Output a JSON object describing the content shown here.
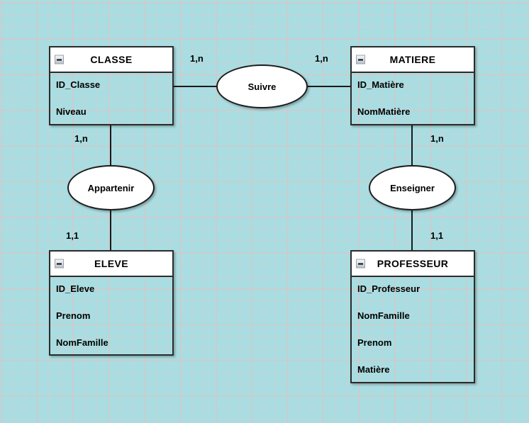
{
  "diagram": {
    "type": "entity-relationship-diagram",
    "background_color": "#a9dde1",
    "grid": "visible",
    "entities": [
      {
        "id": "classe",
        "name": "CLASSE",
        "collapse_icon": "minus-box-icon",
        "attributes": [
          "ID_Classe",
          "Niveau"
        ]
      },
      {
        "id": "matiere",
        "name": "MATIERE",
        "collapse_icon": "minus-box-icon",
        "attributes": [
          "ID_Matière",
          "NomMatière"
        ]
      },
      {
        "id": "eleve",
        "name": "ELEVE",
        "collapse_icon": "minus-box-icon",
        "attributes": [
          "ID_Eleve",
          "Prenom",
          "NomFamille"
        ]
      },
      {
        "id": "professeur",
        "name": "PROFESSEUR",
        "collapse_icon": "minus-box-icon",
        "attributes": [
          "ID_Professeur",
          "NomFamille",
          "Prenom",
          "Matière"
        ]
      }
    ],
    "relationships": [
      {
        "id": "suivre",
        "name": "Suivre"
      },
      {
        "id": "appartenir",
        "name": "Appartenir"
      },
      {
        "id": "enseigner",
        "name": "Enseigner"
      }
    ],
    "cardinalities": [
      {
        "id": "classe-suivre",
        "value": "1,n"
      },
      {
        "id": "matiere-suivre",
        "value": "1,n"
      },
      {
        "id": "classe-appartenir",
        "value": "1,n"
      },
      {
        "id": "eleve-appartenir",
        "value": "1,1"
      },
      {
        "id": "matiere-enseigner",
        "value": "1,n"
      },
      {
        "id": "professeur-enseigner",
        "value": "1,1"
      }
    ]
  }
}
